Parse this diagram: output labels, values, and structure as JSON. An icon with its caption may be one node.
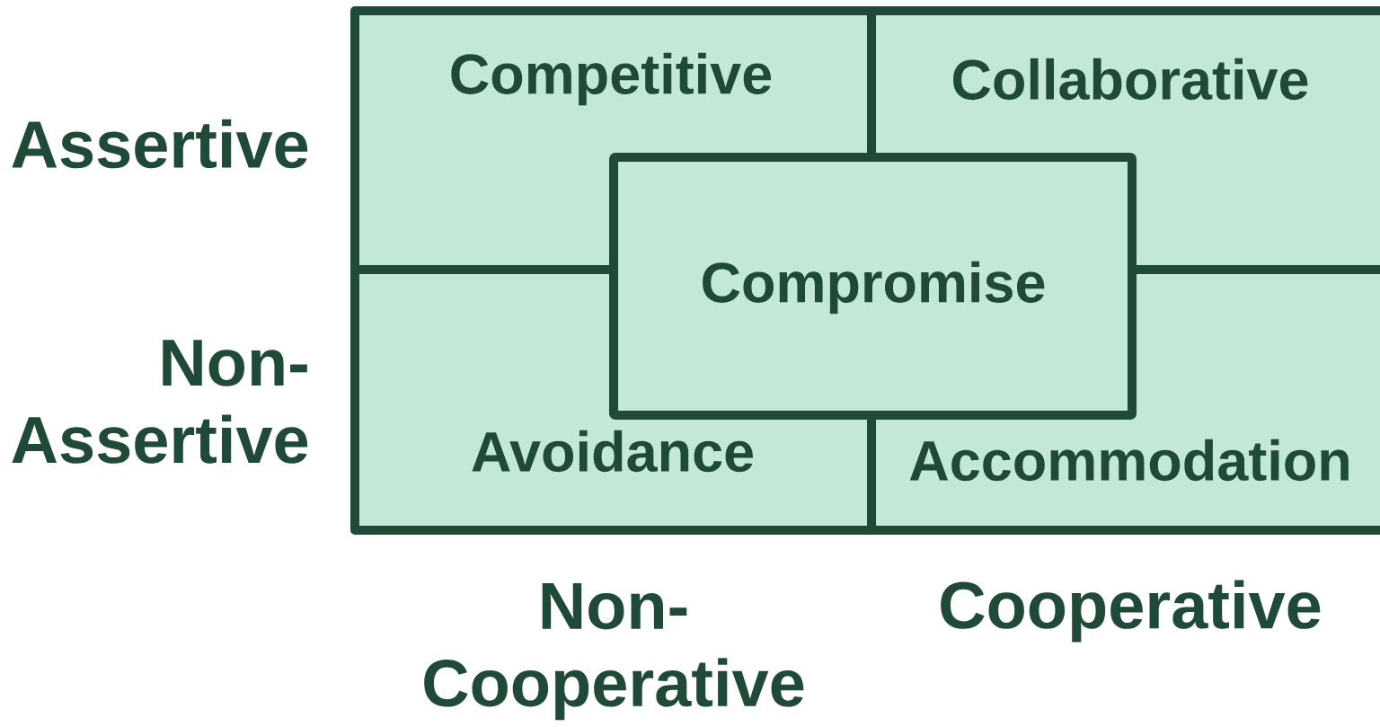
{
  "diagram": {
    "nodes": [
      {
        "text": [
          "Competitive"
        ]
      },
      {
        "text": [
          "Collaborative"
        ]
      },
      {
        "text": [
          "Compromise"
        ]
      },
      {
        "text": [
          "Avoidance"
        ]
      },
      {
        "text": [
          "Accommodation"
        ]
      }
    ],
    "labels": [
      "Assertive",
      "Non- Assertive",
      "Non- Cooperative",
      "Cooperative"
    ]
  }
}
